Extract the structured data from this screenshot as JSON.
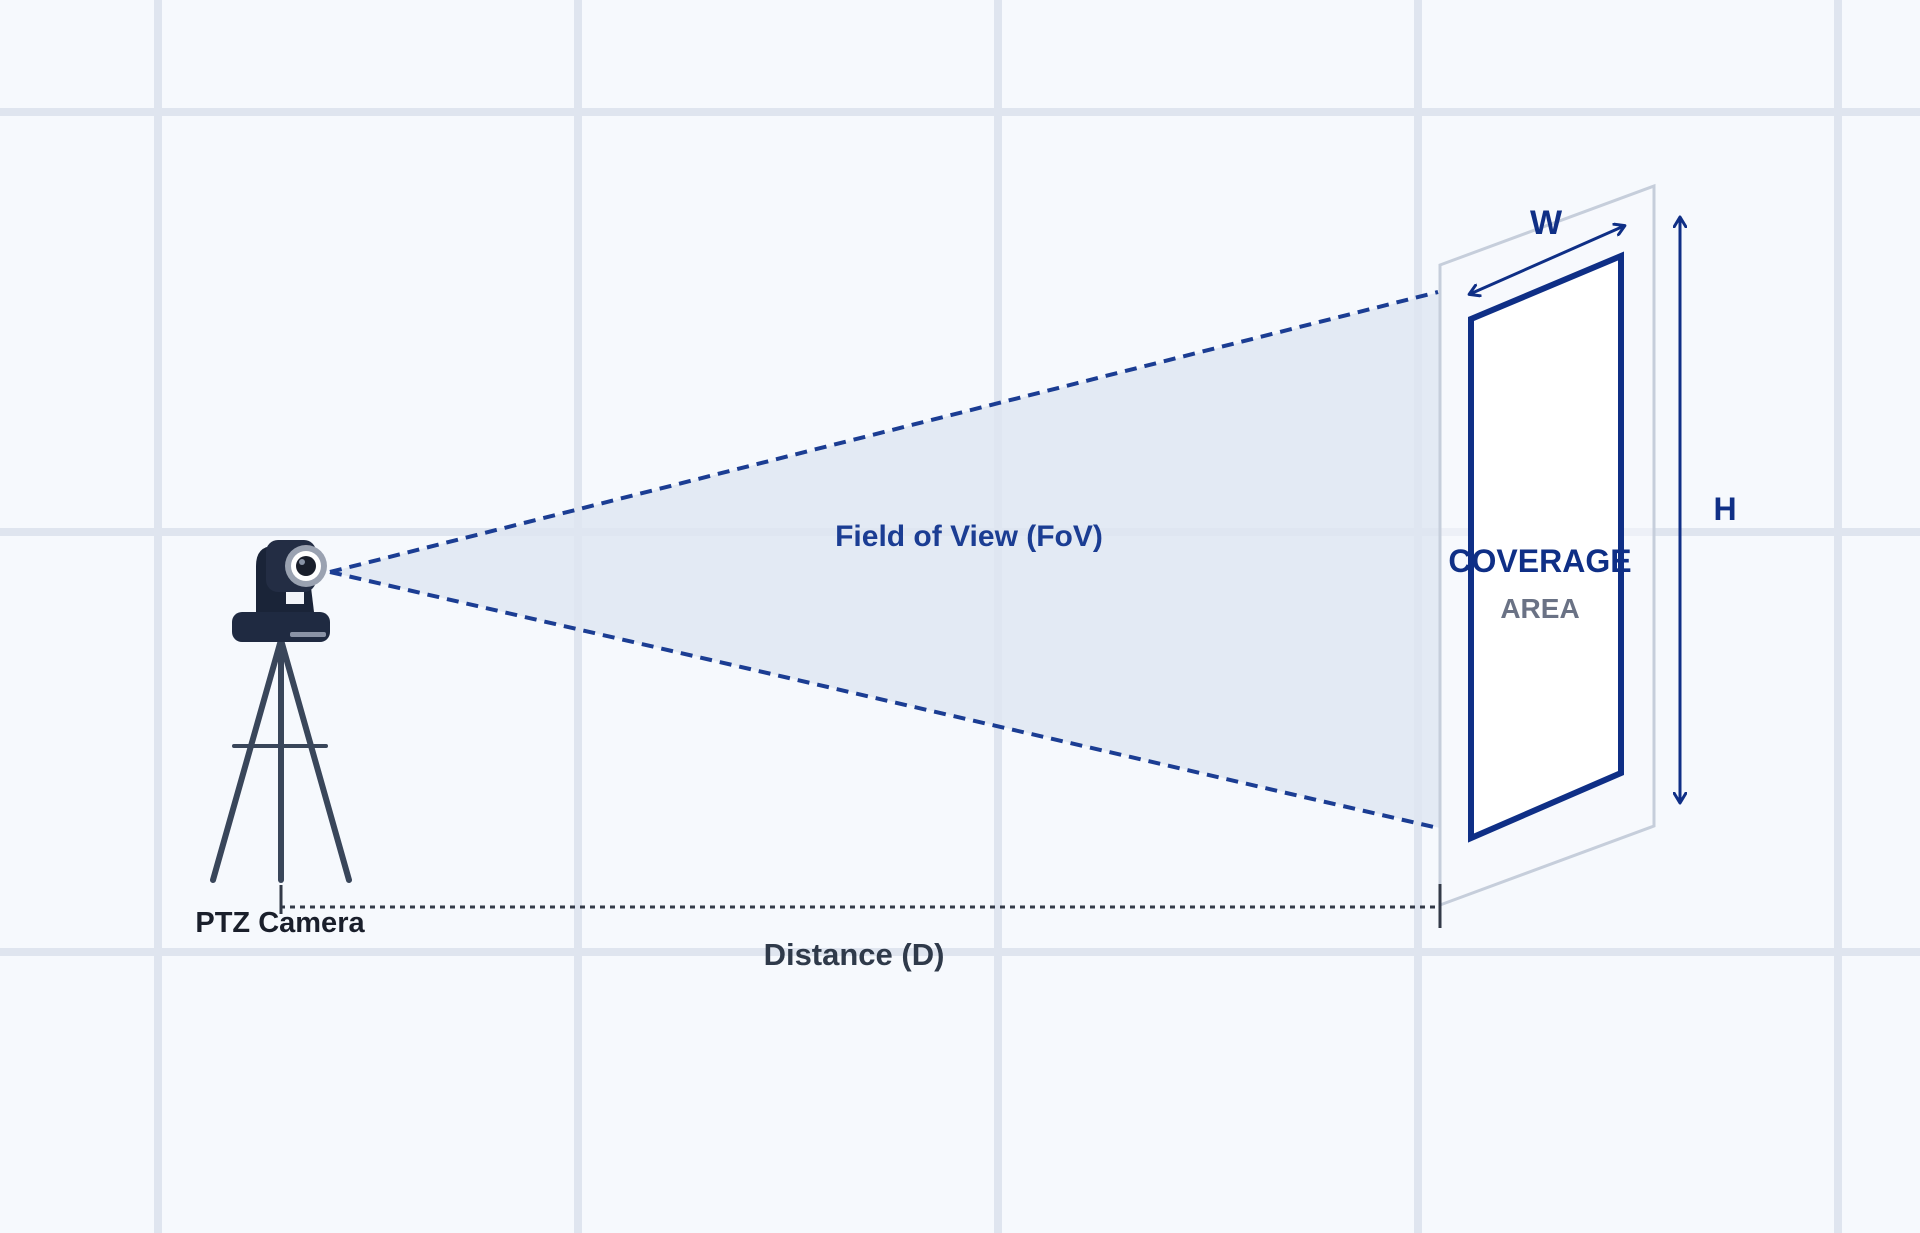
{
  "labels": {
    "fov": "Field of View (FoV)",
    "coverage_line1": "COVERAGE",
    "coverage_line2": "AREA",
    "width": "W",
    "height": "H",
    "camera": "PTZ Camera",
    "distance": "Distance (D)"
  },
  "colors": {
    "background": "#f6f9fd",
    "grid": "#dfe5ef",
    "accent": "#1b3d93",
    "frame": "#0f2f86",
    "text_dark": "#22293a",
    "text_gray": "#6a7285",
    "fov_fill": "#dfe6f1"
  },
  "icons": {
    "camera": "ptz-camera-icon",
    "tripod": "tripod-icon"
  }
}
